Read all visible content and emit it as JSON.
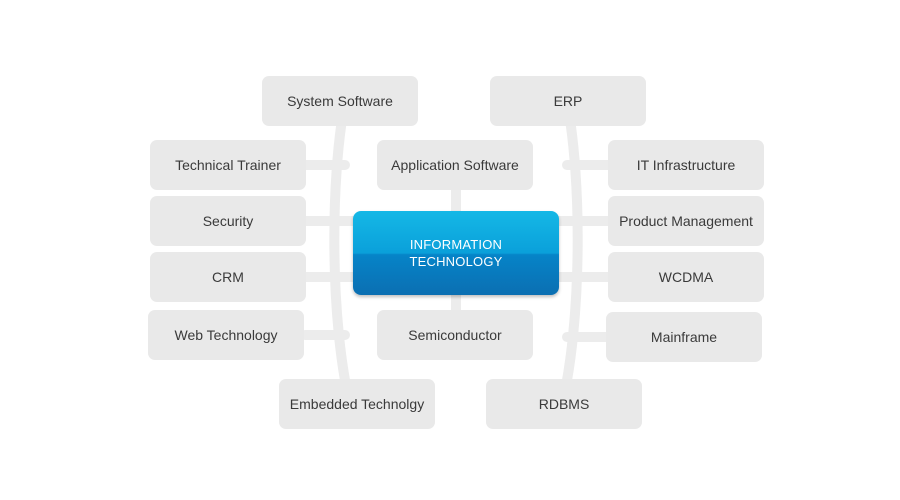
{
  "center": {
    "label": "INFORMATION TECHNOLOGY"
  },
  "nodes": {
    "system_software": "System Software",
    "erp": "ERP",
    "technical_trainer": "Technical Trainer",
    "application_software": "Application Software",
    "it_infrastructure": "IT Infrastructure",
    "security": "Security",
    "product_management": "Product Management",
    "crm": "CRM",
    "wcdma": "WCDMA",
    "web_technology": "Web Technology",
    "semiconductor": "Semiconductor",
    "mainframe": "Mainframe",
    "embedded_technology": "Embedded Technolgy",
    "rdbms": "RDBMS"
  },
  "colors": {
    "center_top": "#15b8e6",
    "center_bottom": "#0b6fb2",
    "node_background": "#e9e9e9",
    "connector": "#ececec",
    "text": "#3a3a3a"
  }
}
